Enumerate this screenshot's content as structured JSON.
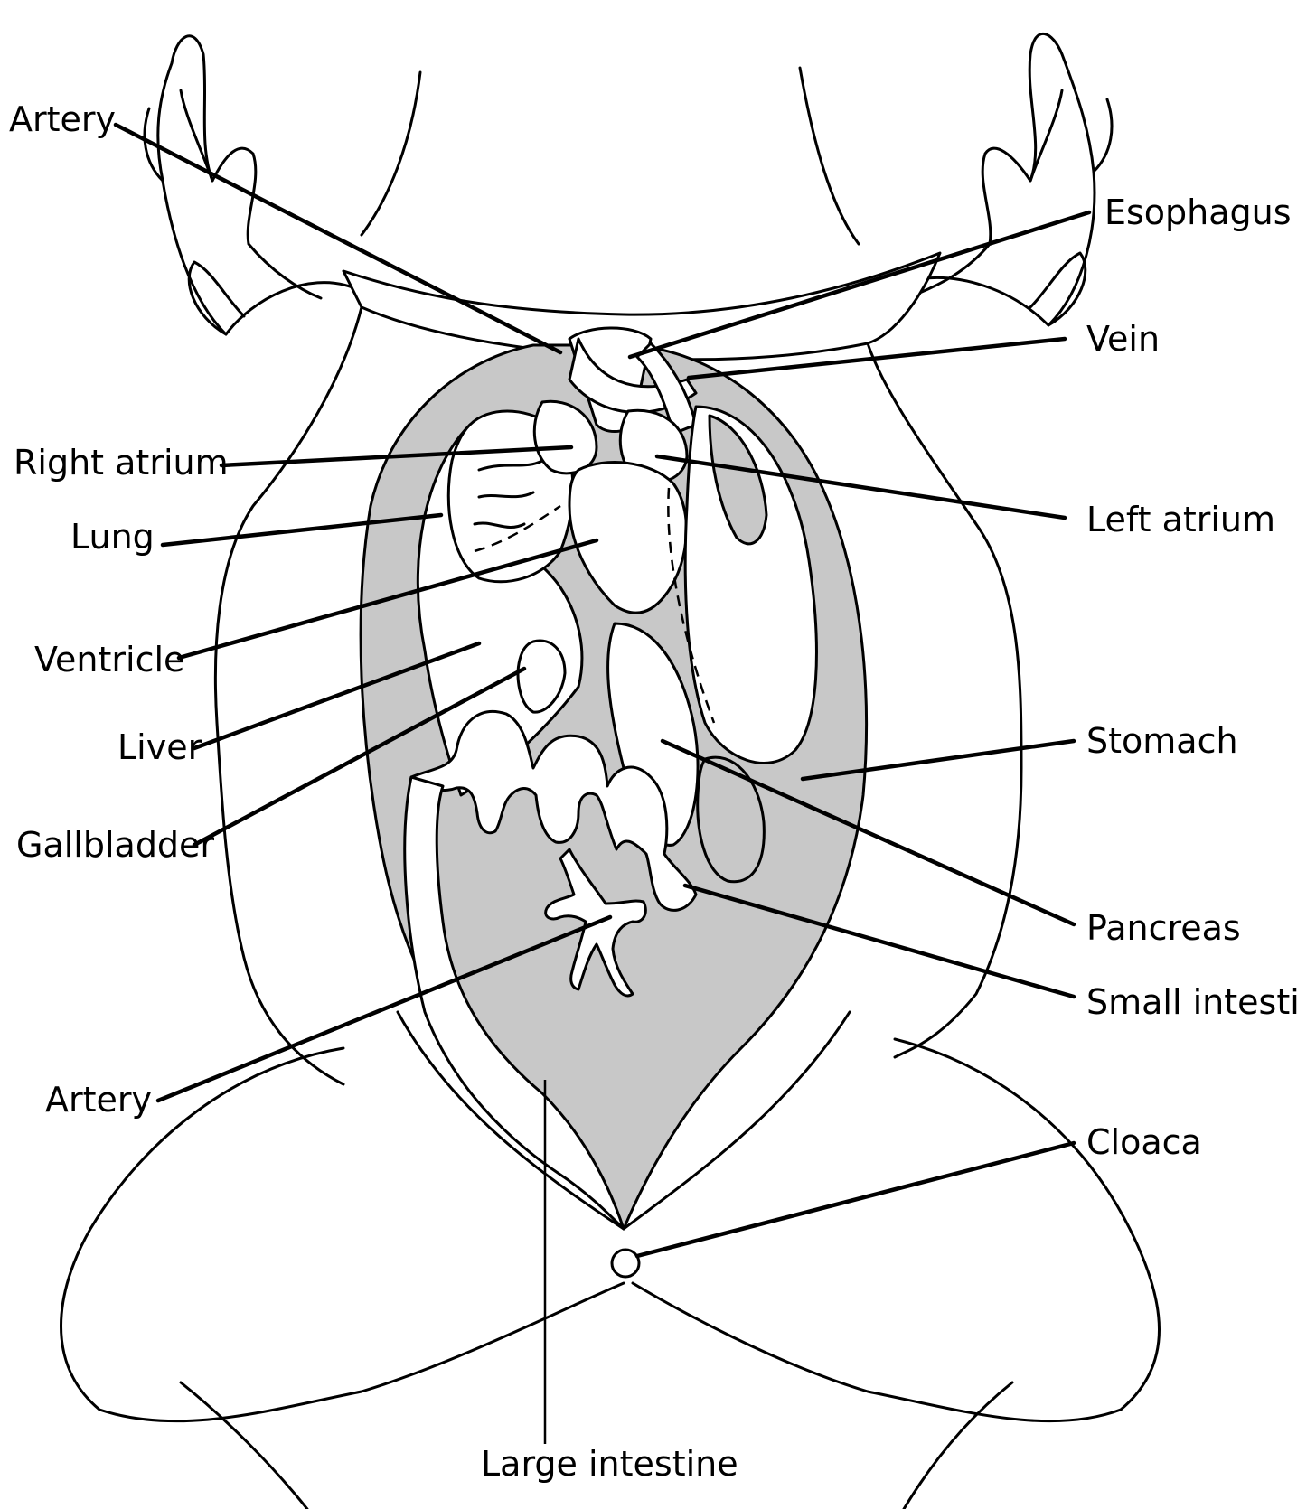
{
  "labels": {
    "artery_top": "Artery",
    "esophagus": "Esophagus",
    "vein": "Vein",
    "right_atrium": "Right atrium",
    "left_atrium": "Left atrium",
    "lung": "Lung",
    "ventricle": "Ventricle",
    "liver": "Liver",
    "stomach": "Stomach",
    "gallbladder": "Gallbladder",
    "pancreas": "Pancreas",
    "small_intestine": "Small intestir",
    "artery_bottom": "Artery",
    "cloaca": "Cloaca",
    "large_intestine": "Large intestine"
  },
  "colors": {
    "line": "#000000",
    "shading": "#c8c8c8",
    "background": "#ffffff"
  }
}
